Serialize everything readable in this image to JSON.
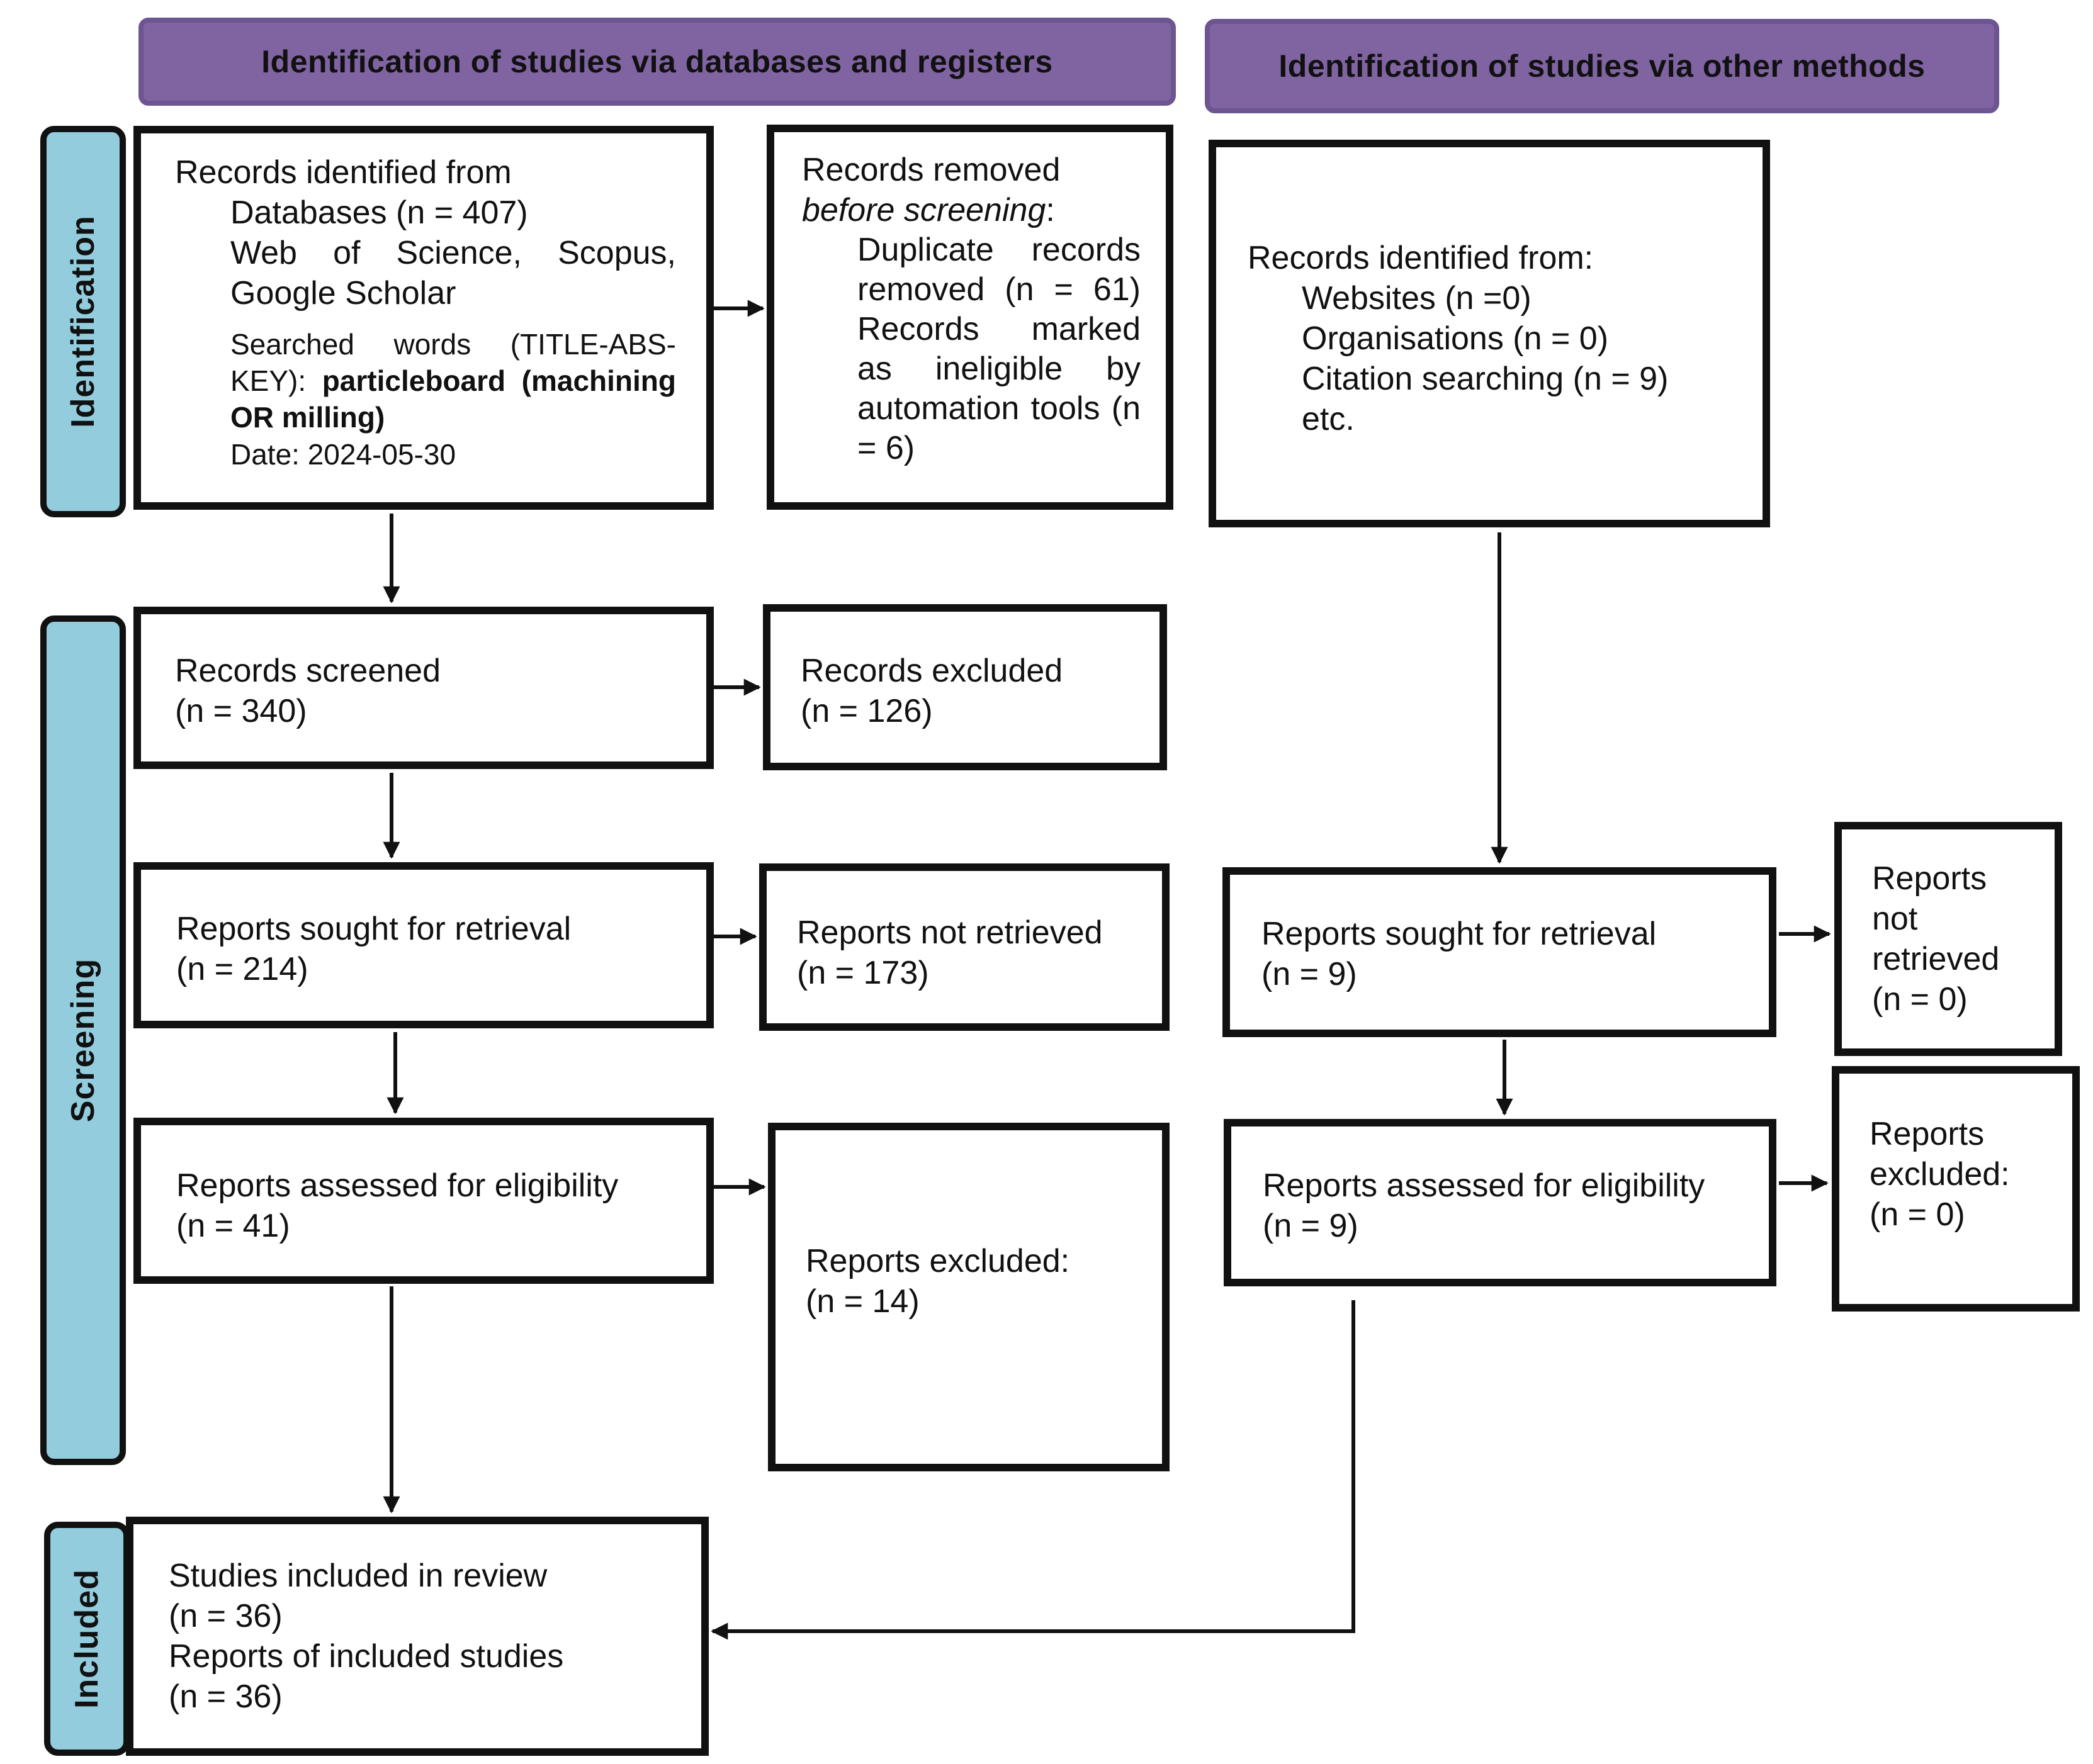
{
  "headers": {
    "databases": "Identification of studies via databases and registers",
    "other": "Identification of studies via other methods"
  },
  "phases": {
    "identification": "Identification",
    "screening": "Screening",
    "included": "Included"
  },
  "db": {
    "identified": {
      "title": "Records identified from",
      "databases": "Databases (n = 407)",
      "sources": "Web of Science, Scopus, Google Scholar",
      "searched_label": "Searched words (TITLE-ABS-KEY):",
      "searched_terms": "particleboard (machining OR milling)",
      "date": "Date: 2024-05-30"
    },
    "removed": {
      "title_1": "Records removed",
      "title_2": "before screening",
      "title_colon": ":",
      "duplicate": "Duplicate records removed (n = 61)",
      "ineligible": "Records marked as ineligible by automation tools (n = 6)"
    },
    "screened": {
      "label": "Records screened",
      "count": "(n = 340)"
    },
    "excluded": {
      "label": "Records excluded",
      "count": "(n = 126)"
    },
    "sought": {
      "label": "Reports sought for retrieval",
      "count": "(n = 214)"
    },
    "not_retrieved": {
      "label": "Reports not retrieved",
      "count": "(n = 173)"
    },
    "assessed": {
      "label": "Reports assessed for eligibility",
      "count": "(n = 41)"
    },
    "reports_excluded": {
      "label": "Reports excluded:",
      "count": "(n = 14)"
    },
    "included": {
      "studies": "Studies included in review",
      "studies_count": "(n = 36)",
      "reports": "Reports of included studies",
      "reports_count": "(n = 36)"
    }
  },
  "other": {
    "identified": {
      "title": "Records identified from:",
      "websites": "Websites (n =0)",
      "organisations": "Organisations (n = 0)",
      "citation": "Citation searching (n = 9)",
      "etc": "etc."
    },
    "sought": {
      "label": "Reports sought for retrieval",
      "count": "(n = 9)"
    },
    "not_retrieved": {
      "line1": "Reports",
      "line2": "not",
      "line3": "retrieved",
      "count": "(n = 0)"
    },
    "assessed": {
      "label": "Reports assessed for eligibility",
      "count": "(n = 9)"
    },
    "excluded": {
      "line1": "Reports",
      "line2": "excluded:",
      "count": "(n = 0)"
    }
  },
  "colors": {
    "header_fill": "#8064a2",
    "phase_fill": "#93cddd",
    "line": "#111111"
  }
}
